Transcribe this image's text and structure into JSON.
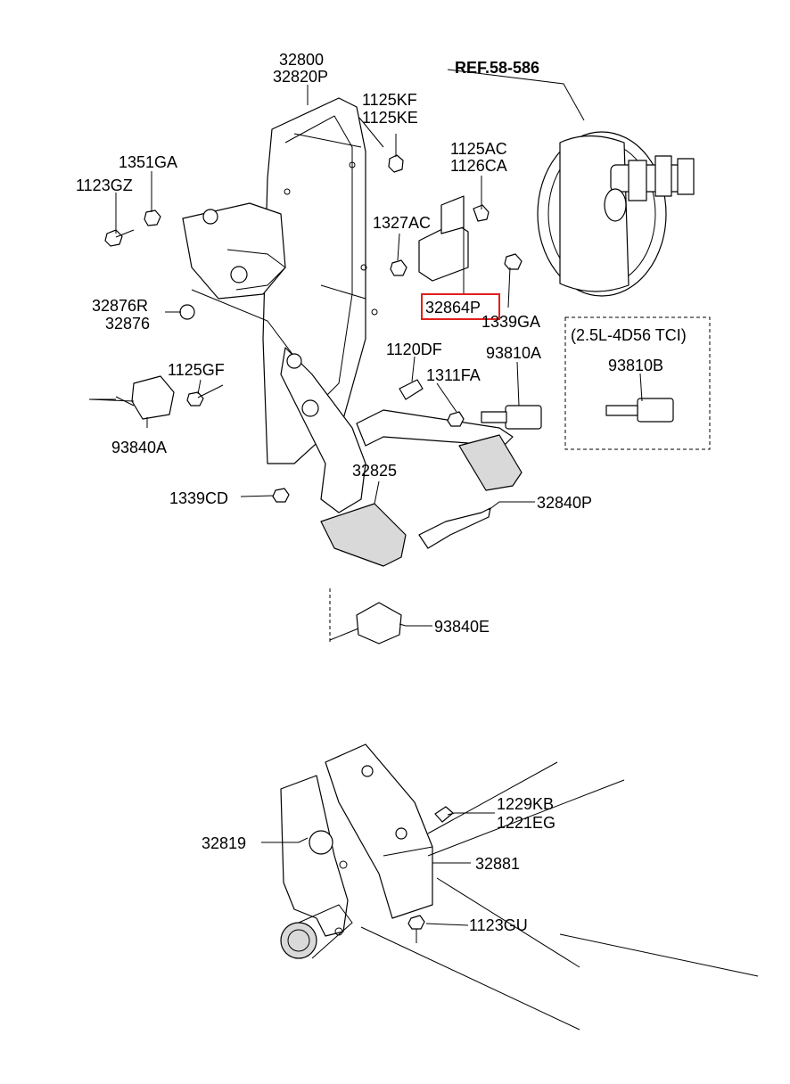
{
  "ref_label": "REF.58-586",
  "variant_label": "(2.5L-4D56 TCI)",
  "highlight_color": "#e0201c",
  "part_labels": {
    "p32800": "32800",
    "p32820P": "32820P",
    "p1125KF": "1125KF",
    "p1125KE": "1125KE",
    "p1125AC": "1125AC",
    "p1126CA": "1126CA",
    "p1351GA": "1351GA",
    "p1123GZ": "1123GZ",
    "p1327AC": "1327AC",
    "p32864P": "32864P",
    "p1339GA": "1339GA",
    "p32876R": "32876R",
    "p32876": "32876",
    "p1120DF": "1120DF",
    "p93810A": "93810A",
    "p93810B": "93810B",
    "p1125GF": "1125GF",
    "p1311FA": "1311FA",
    "p93840A": "93840A",
    "p32825": "32825",
    "p1339CD": "1339CD",
    "p32840P": "32840P",
    "p93840E": "93840E",
    "p1229KB": "1229KB",
    "p1221EG": "1221EG",
    "p32819": "32819",
    "p32881": "32881",
    "p1123GU": "1123GU"
  }
}
